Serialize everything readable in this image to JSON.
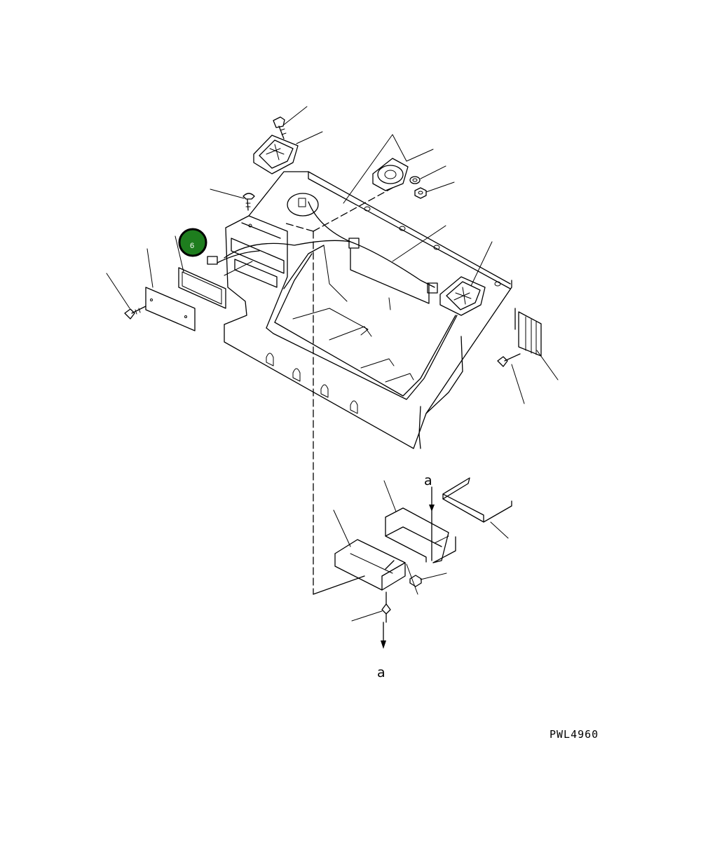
{
  "drawing_code": "PWL4960",
  "view_marker_top": "a",
  "view_marker_bottom": "a",
  "callout": {
    "label": "6",
    "color": "#1e7d1e"
  }
}
